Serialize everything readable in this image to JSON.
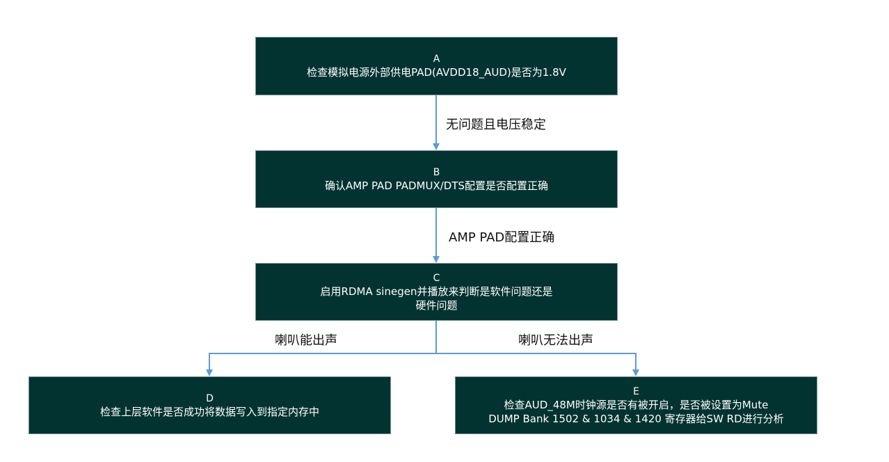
{
  "colors": {
    "box_fill": "#033331",
    "box_text": "#ffffff",
    "connector": "#5b9bd5"
  },
  "boxes": {
    "a": {
      "id": "A",
      "lines": [
        "检查模拟电源外部供电PAD(AVDD18_AUD)是否为1.8V"
      ]
    },
    "b": {
      "id": "B",
      "lines": [
        "确认AMP PAD PADMUX/DTS配置是否配置正确"
      ]
    },
    "c": {
      "id": "C",
      "lines": [
        "启用RDMA sinegen并播放来判断是软件问题还是",
        "硬件问题"
      ]
    },
    "d": {
      "id": "D",
      "lines": [
        "检查上层软件是否成功将数据写入到指定内存中"
      ]
    },
    "e": {
      "id": "E",
      "lines": [
        "检查AUD_48M时钟源是否有被开启，是否被设置为Mute",
        "DUMP Bank 1502 & 1034 & 1420 寄存器给SW RD进行分析"
      ]
    }
  },
  "edges": {
    "a_b": "无问题且电压稳定",
    "b_c": "AMP PAD配置正确",
    "c_d": "喇叭能出声",
    "c_e": "喇叭无法出声"
  }
}
